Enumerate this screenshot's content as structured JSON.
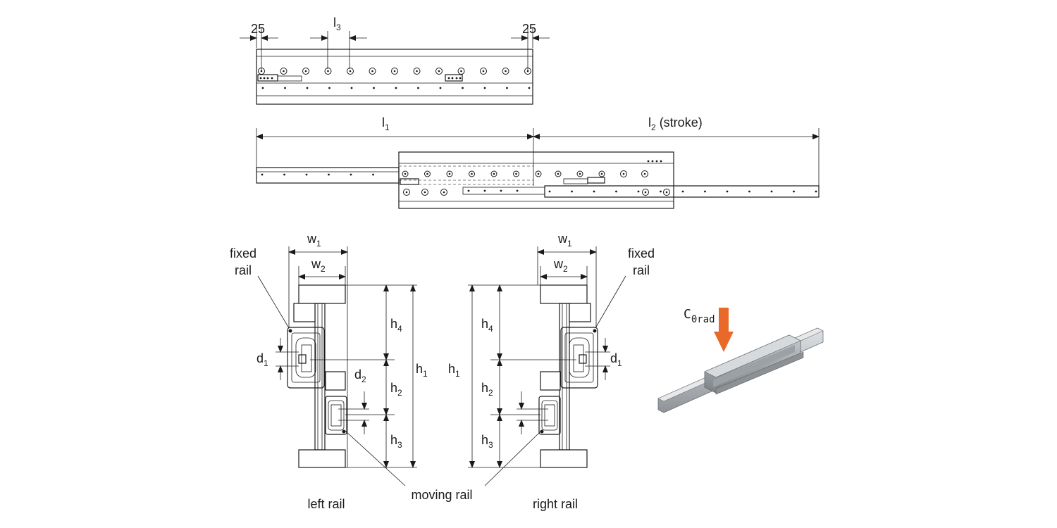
{
  "top_view": {
    "dim_left": "25",
    "dim_right": "25",
    "pitch_main": "l",
    "pitch_sub": "3"
  },
  "extended_view": {
    "length_main": "l",
    "length_sub": "1",
    "stroke_main": "l",
    "stroke_sub": "2",
    "stroke_suffix": " (stroke)"
  },
  "left_section": {
    "fixed_rail_line1": "fixed",
    "fixed_rail_line2": "rail",
    "caption": "left rail"
  },
  "right_section": {
    "fixed_rail_line1": "fixed",
    "fixed_rail_line2": "rail",
    "caption": "right rail"
  },
  "moving_rail_label": "moving rail",
  "dims": {
    "w": "w",
    "w1_sub": "1",
    "w2_sub": "2",
    "h": "h",
    "h1_sub": "1",
    "h2_sub": "2",
    "h3_sub": "3",
    "h4_sub": "4",
    "d": "d",
    "d1_sub": "1",
    "d2_sub": "2"
  },
  "load_label": {
    "main": "C",
    "sub": "0rad"
  },
  "colors": {
    "line": "#1a1a1a",
    "load_arrow": "#e8692a",
    "rail_metal": "#b8bcc0"
  }
}
